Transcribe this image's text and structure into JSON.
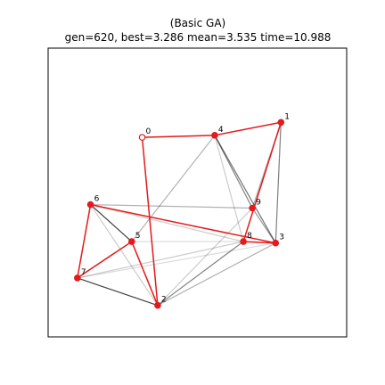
{
  "chart_data": {
    "type": "scatter",
    "subtype": "graph",
    "title": "(Basic GA)",
    "subtitle": "gen=620, best=3.286 mean=3.535 time=10.988",
    "grid": false,
    "xlim": [
      0,
      1
    ],
    "ylim": [
      0,
      1
    ],
    "nodes": [
      {
        "id": "0",
        "x": 0.315,
        "y": 0.691,
        "start": true
      },
      {
        "id": "1",
        "x": 0.78,
        "y": 0.743
      },
      {
        "id": "2",
        "x": 0.367,
        "y": 0.109
      },
      {
        "id": "3",
        "x": 0.762,
        "y": 0.325
      },
      {
        "id": "4",
        "x": 0.558,
        "y": 0.698
      },
      {
        "id": "5",
        "x": 0.28,
        "y": 0.33
      },
      {
        "id": "6",
        "x": 0.142,
        "y": 0.458
      },
      {
        "id": "7",
        "x": 0.098,
        "y": 0.204
      },
      {
        "id": "8",
        "x": 0.654,
        "y": 0.33
      },
      {
        "id": "9",
        "x": 0.684,
        "y": 0.446
      }
    ],
    "best_tour": [
      "0",
      "4",
      "1",
      "8",
      "3",
      "6",
      "7",
      "5",
      "2",
      "0"
    ],
    "background_edges": [
      {
        "a": "4",
        "b": "5",
        "strength": 0.3
      },
      {
        "a": "4",
        "b": "9",
        "strength": 0.5
      },
      {
        "a": "4",
        "b": "8",
        "strength": 0.2
      },
      {
        "a": "4",
        "b": "3",
        "strength": 0.55
      },
      {
        "a": "1",
        "b": "3",
        "strength": 0.5
      },
      {
        "a": "1",
        "b": "9",
        "strength": 0.3
      },
      {
        "a": "6",
        "b": "9",
        "strength": 0.3
      },
      {
        "a": "6",
        "b": "5",
        "strength": 0.75
      },
      {
        "a": "6",
        "b": "2",
        "strength": 0.2
      },
      {
        "a": "6",
        "b": "8",
        "strength": 0.2
      },
      {
        "a": "7",
        "b": "2",
        "strength": 0.75
      },
      {
        "a": "7",
        "b": "8",
        "strength": 0.2
      },
      {
        "a": "7",
        "b": "3",
        "strength": 0.15
      },
      {
        "a": "2",
        "b": "8",
        "strength": 0.5
      },
      {
        "a": "2",
        "b": "3",
        "strength": 0.3
      },
      {
        "a": "2",
        "b": "9",
        "strength": 0.2
      },
      {
        "a": "5",
        "b": "8",
        "strength": 0.15
      },
      {
        "a": "9",
        "b": "3",
        "strength": 0.4
      }
    ],
    "colors": {
      "tour": "#e41a1c",
      "node": "#e41a1c",
      "start_fill": "#ffffff",
      "edge": "#000000",
      "frame": "#000000"
    }
  }
}
